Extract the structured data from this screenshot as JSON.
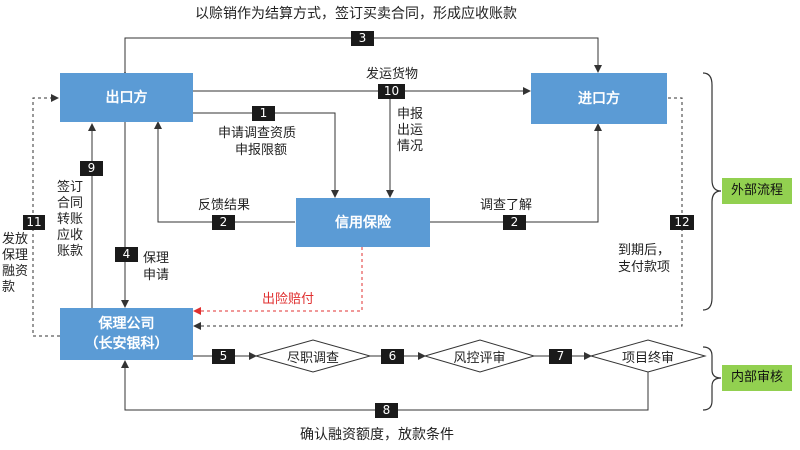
{
  "nodes": {
    "exporter": "出口方",
    "importer": "进口方",
    "insurer": "信用保险",
    "factor_line1": "保理公司",
    "factor_line2": "（长安银科）",
    "due_diligence": "尽职调查",
    "risk_review": "风控评审",
    "final_review": "项目终审"
  },
  "badges": {
    "b1": "1",
    "b2a": "2",
    "b2b": "2",
    "b3": "3",
    "b4": "4",
    "b5": "5",
    "b6": "6",
    "b7": "7",
    "b8": "8",
    "b9": "9",
    "b10": "10",
    "b11": "11",
    "b12": "12"
  },
  "labels": {
    "top": "以赊销作为结算方式，签订买卖合同，形成应收账款",
    "ship": "发运货物",
    "apply_l1": "申请调查资质",
    "apply_l2": "申报限额",
    "feedback": "反馈结果",
    "investigate": "调查了解",
    "report": [
      "申",
      "报",
      "出",
      "运",
      "情",
      "况"
    ],
    "sign": [
      "签",
      "订",
      "合",
      "同",
      "转",
      "账",
      "应",
      "收",
      "账",
      "款"
    ],
    "factoring_apply": [
      "保理",
      "申请"
    ],
    "release": [
      "发放",
      "保理",
      "融资",
      "款"
    ],
    "claim": "出险赔付",
    "pay_l1": "到期后，",
    "pay_l2": "支付款项",
    "bottom": "确认融资额度，放款条件"
  },
  "tags": {
    "external": "外部流程",
    "internal": "内部审核"
  },
  "colors": {
    "box": "#5b9bd5",
    "badge": "#1a1a1a",
    "tag": "#92d050",
    "claim": "#e03030"
  }
}
